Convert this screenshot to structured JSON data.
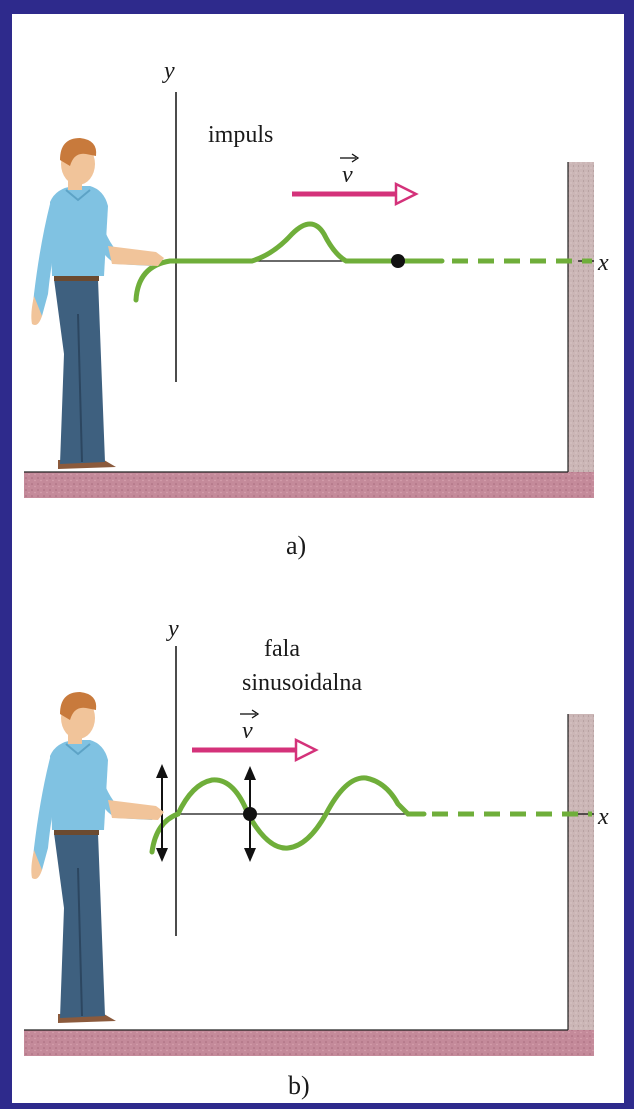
{
  "panels": [
    {
      "id": "a",
      "axis_y_label": "y",
      "axis_x_label": "x",
      "title_lines": [
        "impuls"
      ],
      "velocity_label": "v",
      "caption": "a)"
    },
    {
      "id": "b",
      "axis_y_label": "y",
      "axis_x_label": "x",
      "title_lines": [
        "fala",
        "sinusoidalna"
      ],
      "velocity_label": "v",
      "caption": "b)"
    }
  ],
  "colors": {
    "border": "#2e2a8c",
    "string": "#6fae3a",
    "arrow": "#d4327a",
    "floor": "#c48a9a",
    "wall": "#c9b3b3",
    "shirt": "#7fc0e0",
    "jeans": "#3c5f80",
    "hair": "#c87a3c",
    "skin": "#f1c49a"
  },
  "icons": {
    "person": "person-holding-rope-icon",
    "particle": "black-dot",
    "oscillation": "double-headed-arrow-icon"
  }
}
